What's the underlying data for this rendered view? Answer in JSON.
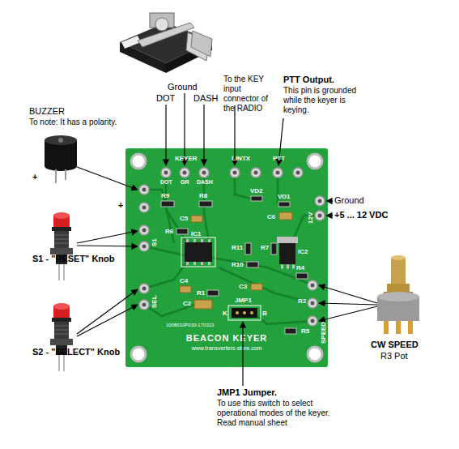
{
  "diagram": {
    "nodes": [
      {
        "text": [
          "BEACON KEYER",
          "www.transverters-store.com"
        ]
      }
    ],
    "labels": [
      "BUZZER",
      "To note: It has a polarity.",
      "+",
      "Ground",
      "DOT",
      "DASH",
      "To the KEY input connector of the RADIO",
      "PTT Output.",
      "This pin is grounded while the keyer is keying.",
      "Ground",
      "+5 ... 12 VDC",
      "S1 - \"RESET\" Knob",
      "S2 - \"SELECT\" Knob",
      "CW SPEED",
      "R3 Pot",
      "JMP1 Jumper.",
      "To use this switch to select operational modes of the keyer. Read manual sheet",
      "KEYER",
      "DOT",
      "GR",
      "DASH",
      "LINTX",
      "PTT",
      "12V",
      "R9",
      "R8",
      "C5",
      "R6",
      "IC1",
      "VD2",
      "VD1",
      "C6",
      "R11",
      "R7",
      "IC2",
      "R10",
      "R4",
      "C3",
      "C4",
      "R1",
      "C2",
      "R3",
      "R5",
      "JMP1",
      "K",
      "B",
      "1008010P030-170313",
      "S1",
      "SEL",
      "SPEED",
      "+"
    ]
  }
}
